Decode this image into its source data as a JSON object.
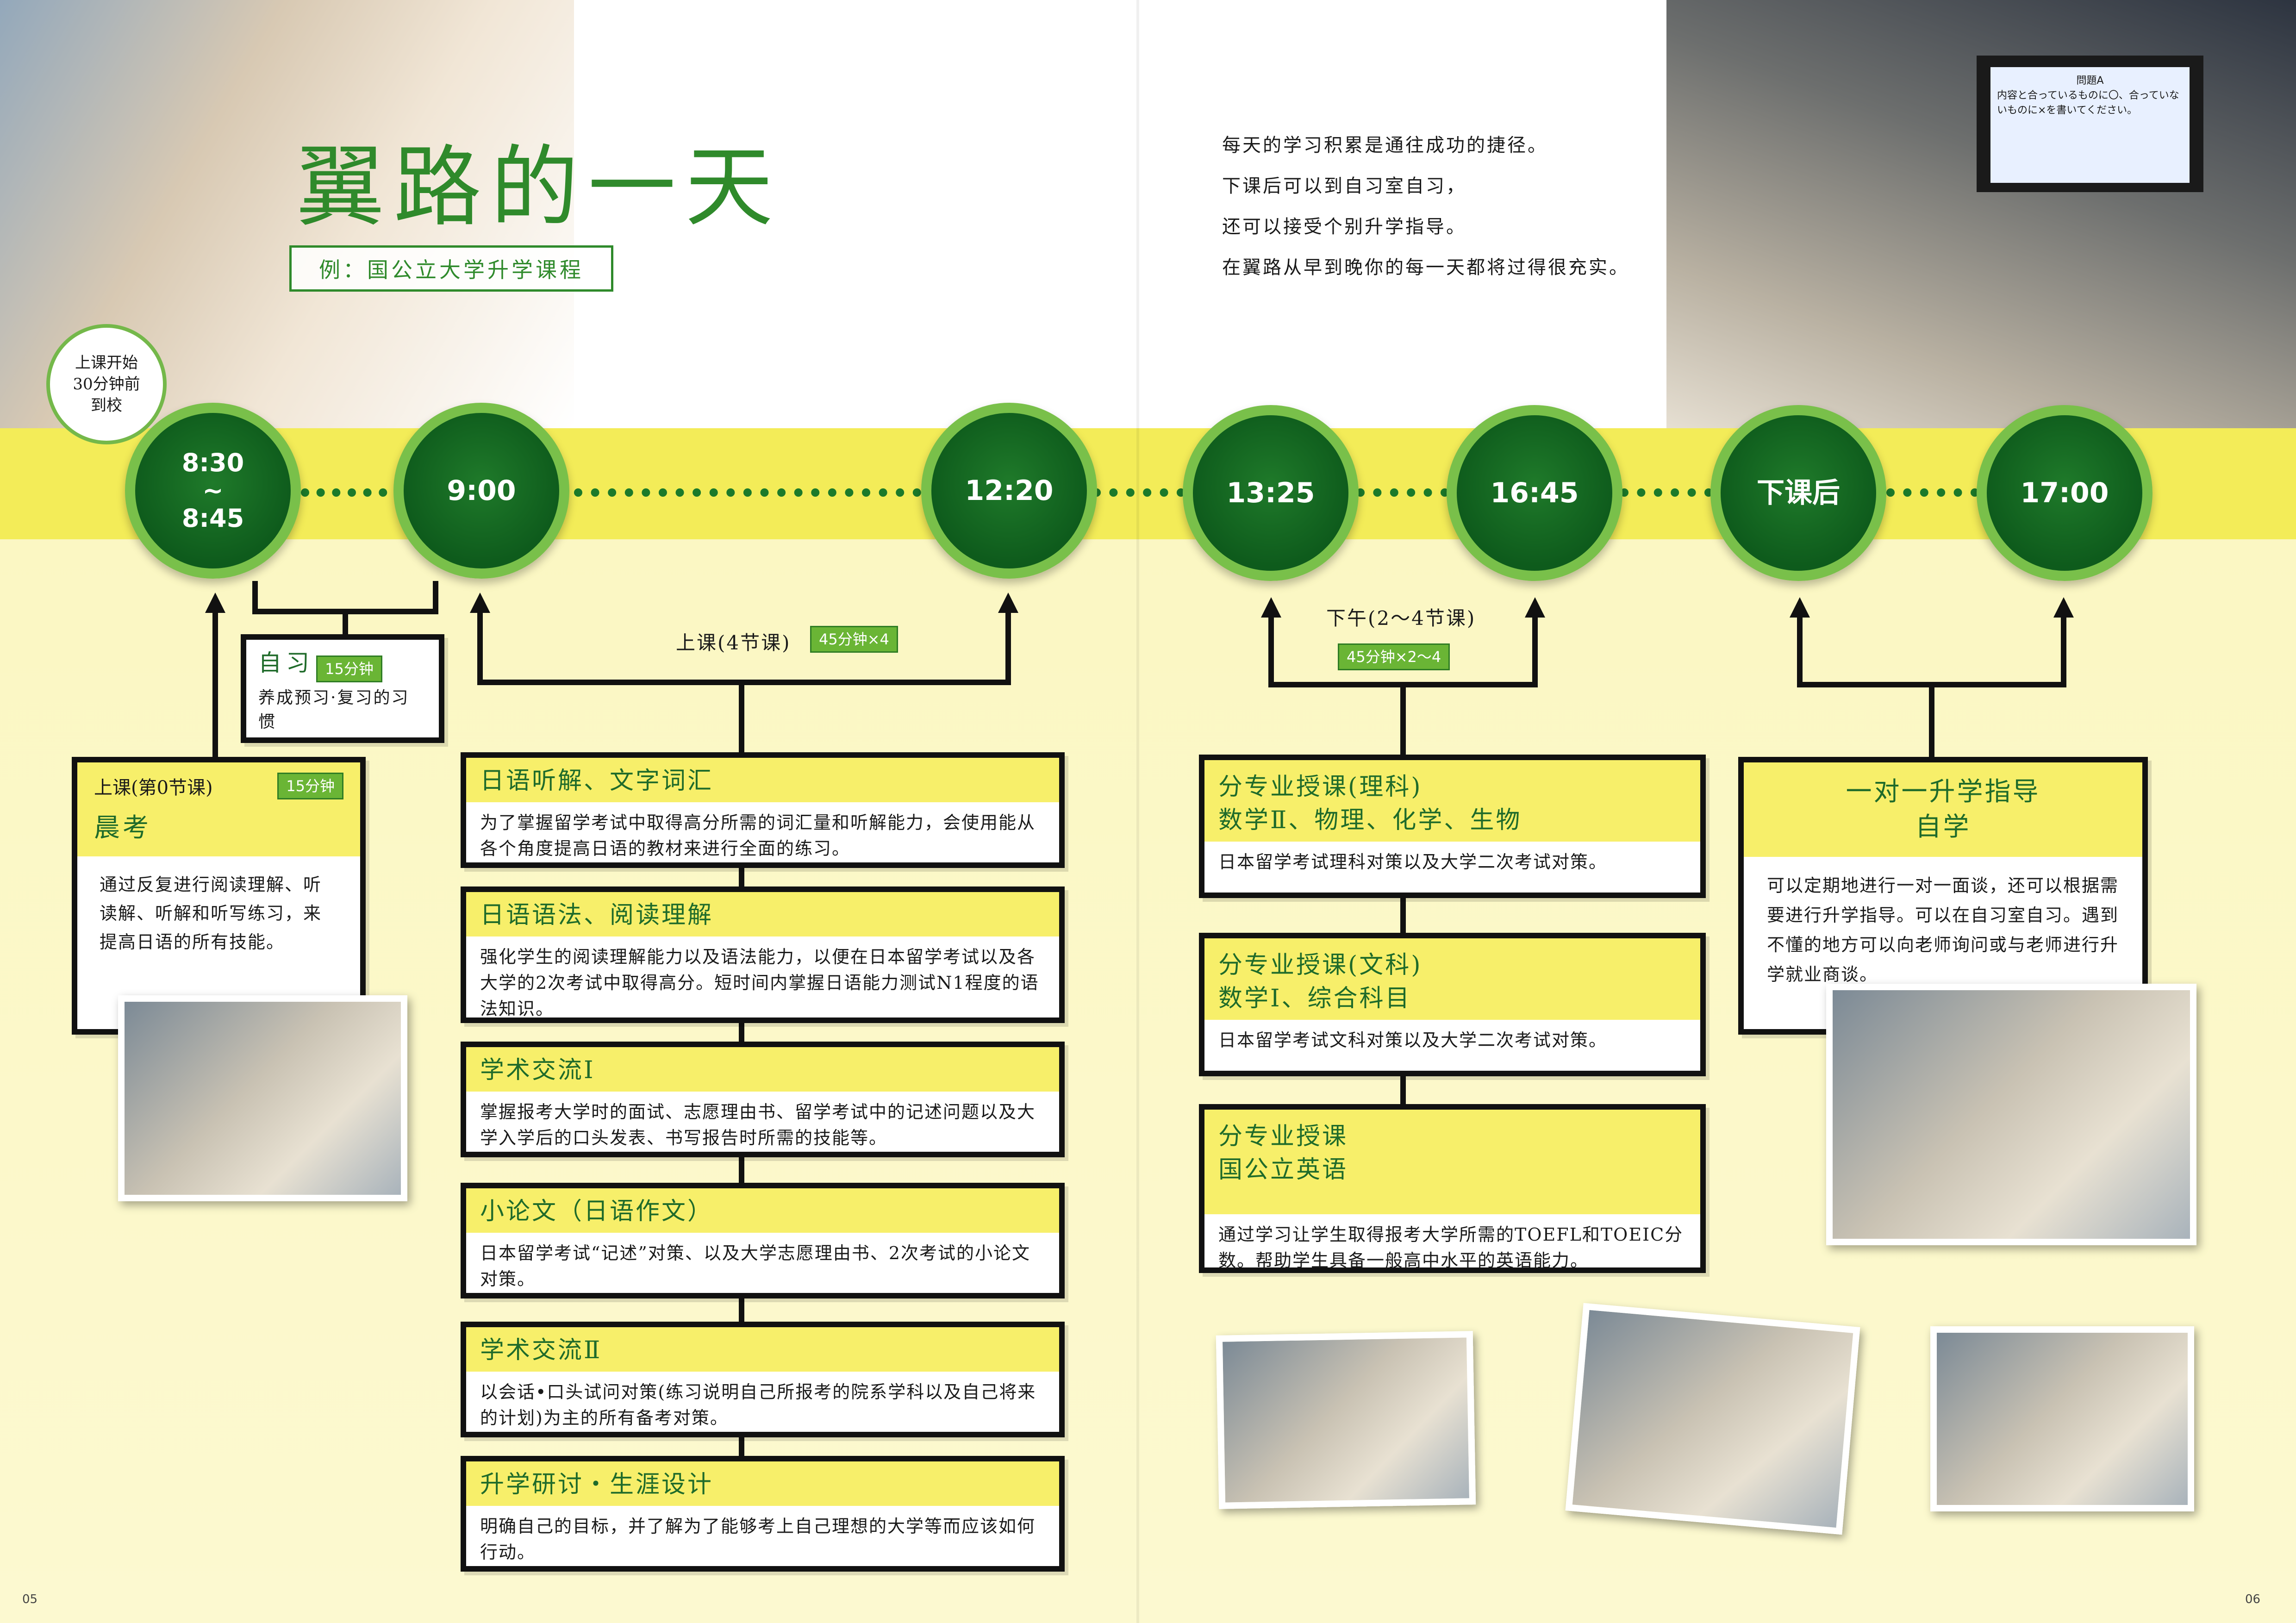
{
  "header": {
    "title": "翼路的一天",
    "subtitle": "例：国公立大学升学课程",
    "bubble": "上课开始\n30分钟前\n到校"
  },
  "intro": [
    "每天的学习积累是通往成功的捷径。",
    "下课后可以到自习室自习，",
    "还可以接受个别升学指导。",
    "在翼路从早到晚你的每一天都将过得很充实。"
  ],
  "timeline": [
    {
      "label": "8:30\n~\n8:45"
    },
    {
      "label": "9:00"
    },
    {
      "label": "12:20"
    },
    {
      "label": "13:25"
    },
    {
      "label": "16:45"
    },
    {
      "label": "下课后"
    },
    {
      "label": "17:00"
    }
  ],
  "self_study": {
    "title": "自习",
    "badge": "15分钟",
    "body": "养成预习·复习的习惯"
  },
  "morning_test": {
    "label": "上课(第0节课)",
    "badge": "15分钟",
    "title": "晨考",
    "body": "通过反复进行阅读理解、听读解、听解和听写练习，来提高日语的所有技能。"
  },
  "morning_classes": {
    "label": "上课(4节课)",
    "badge": "45分钟×4"
  },
  "afternoon": {
    "label": "下午(2～4节课)",
    "badge": "45分钟×2～4"
  },
  "courses": [
    {
      "title": "日语听解、文字词汇",
      "body": "为了掌握留学考试中取得高分所需的词汇量和听解能力，会使用能从各个角度提高日语的教材来进行全面的练习。"
    },
    {
      "title": "日语语法、阅读理解",
      "body": "强化学生的阅读理解能力以及语法能力，以便在日本留学考试以及各大学的2次考试中取得高分。短时间内掌握日语能力测试N1程度的语法知识。"
    },
    {
      "title": "学术交流Ⅰ",
      "body": "掌握报考大学时的面试、志愿理由书、留学考试中的记述问题以及大学入学后的口头发表、书写报告时所需的技能等。"
    },
    {
      "title": "小论文（日语作文）",
      "body": "日本留学考试“记述”对策、以及大学志愿理由书、2次考试的小论文对策。"
    },
    {
      "title": "学术交流Ⅱ",
      "body": "以会话•口头试问对策(练习说明自己所报考的院系学科以及自己将来的计划)为主的所有备考对策。"
    },
    {
      "title": "升学研讨・生涯设计",
      "body": "明确自己的目标，并了解为了能够考上自己理想的大学等而应该如何行动。"
    }
  ],
  "majors": [
    {
      "title": "分专业授课(理科)",
      "subject": "数学Ⅱ、物理、化学、生物",
      "body": "日本留学考试理科对策以及大学二次考试对策。"
    },
    {
      "title": "分专业授课(文科)",
      "subject": "数学Ⅰ、综合科目",
      "body": "日本留学考试文科对策以及大学二次考试对策。"
    },
    {
      "title": "分专业授课",
      "subject": "国公立英语",
      "body": "通过学习让学生取得报考大学所需的TOEFL和TOEIC分数。帮助学生具备一般高中水平的英语能力。"
    }
  ],
  "guidance": {
    "title": "一对一升学指导\n自学",
    "body": "可以定期地进行一对一面谈，还可以根据需要进行升学指导。可以在自习室自习。遇到不懂的地方可以向老师询问或与老师进行升学就业商谈。"
  },
  "screen": {
    "line1": "問題A",
    "line2": "内容と合っているものに〇、合っていないものに×を書いてください。"
  },
  "page_numbers": {
    "left": "05",
    "right": "06"
  }
}
